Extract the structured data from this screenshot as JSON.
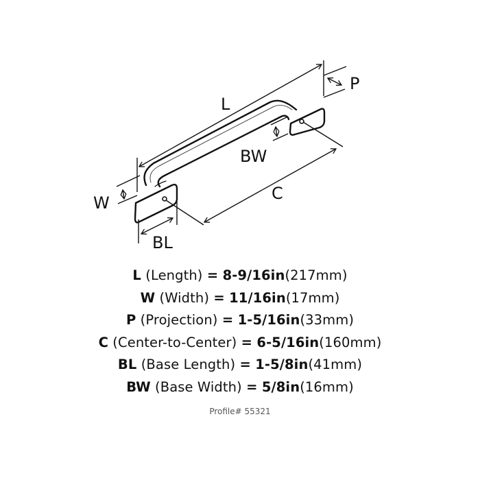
{
  "diagram": {
    "labels": {
      "length": "L",
      "width": "W",
      "projection": "P",
      "center_to_center": "C",
      "base_length": "BL",
      "base_width": "BW"
    }
  },
  "specs": [
    {
      "key": "L",
      "name": "(Length)",
      "eq": "=",
      "imperial": "8-9/16in",
      "metric": "(217mm)"
    },
    {
      "key": "W",
      "name": "(Width)",
      "eq": "=",
      "imperial": "11/16in",
      "metric": "(17mm)"
    },
    {
      "key": "P",
      "name": "(Projection)",
      "eq": "=",
      "imperial": "1-5/16in",
      "metric": "(33mm)"
    },
    {
      "key": "C",
      "name": "(Center-to-Center)",
      "eq": "=",
      "imperial": "6-5/16in",
      "metric": "(160mm)"
    },
    {
      "key": "BL",
      "name": "(Base Length)",
      "eq": "=",
      "imperial": "1-5/8in",
      "metric": "(41mm)"
    },
    {
      "key": "BW",
      "name": "(Base Width)",
      "eq": "=",
      "imperial": "5/8in",
      "metric": "(16mm)"
    }
  ],
  "profile": "Profile# 55321",
  "colors": {
    "line": "#111111",
    "text": "#111111",
    "muted": "#555555",
    "background": "#ffffff"
  }
}
